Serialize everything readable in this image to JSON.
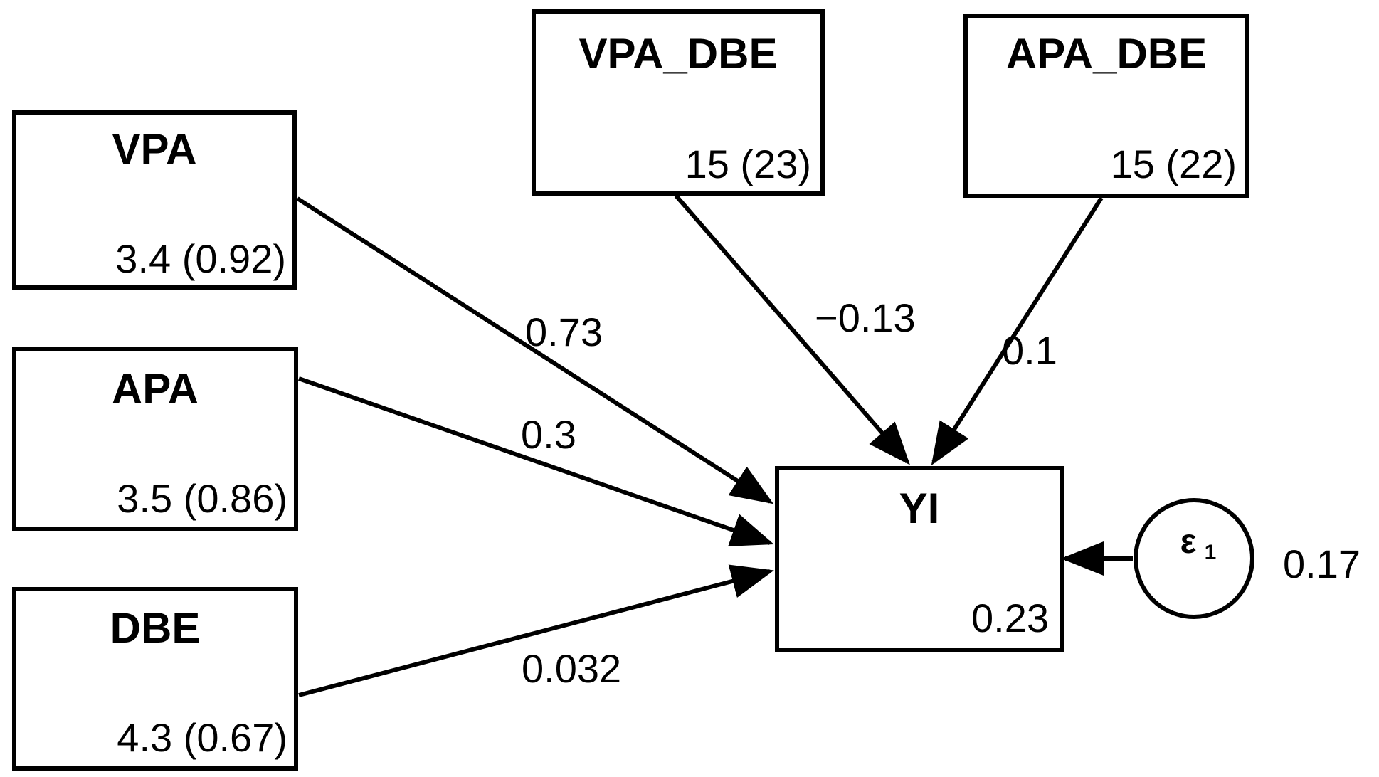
{
  "nodes": {
    "vpa": {
      "label": "VPA",
      "stat": "3.4 (0.92)"
    },
    "apa": {
      "label": "APA",
      "stat": "3.5 (0.86)"
    },
    "dbe": {
      "label": "DBE",
      "stat": "4.3 (0.67)"
    },
    "vpa_dbe": {
      "label": "VPA_DBE",
      "stat": "15 (23)"
    },
    "apa_dbe": {
      "label": "APA_DBE",
      "stat": "15 (22)"
    },
    "yi": {
      "label": "YI",
      "stat": "0.23"
    }
  },
  "error": {
    "symbol": "ε",
    "subscript": "1",
    "variance": "0.17"
  },
  "paths": {
    "vpa_to_yi": "0.73",
    "apa_to_yi": "0.3",
    "dbe_to_yi": "0.032",
    "vpa_dbe_to_yi": "−0.13",
    "apa_dbe_to_yi": "0.1"
  }
}
